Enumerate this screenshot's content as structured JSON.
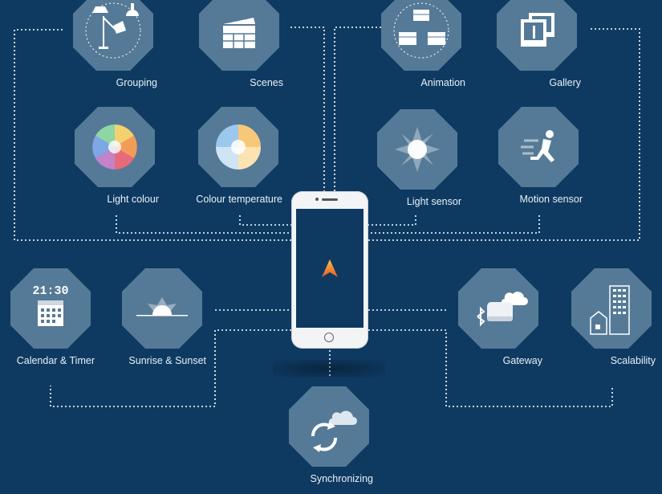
{
  "features": {
    "grouping": "Grouping",
    "scenes": "Scenes",
    "animation": "Animation",
    "gallery": "Gallery",
    "light_colour": "Light colour",
    "colour_temperature": "Colour temperature",
    "light_sensor": "Light sensor",
    "motion_sensor": "Motion sensor",
    "calendar_timer": "Calendar & Timer",
    "sunrise_sunset": "Sunrise & Sunset",
    "gateway": "Gateway",
    "scalability": "Scalability",
    "synchronizing": "Synchronizing"
  },
  "calendar_icon_time": "21:30",
  "colors": {
    "background": "#0e3a62",
    "octagon": "#557a97",
    "connector": "#ffffff",
    "app_logo": "#f5a623"
  }
}
